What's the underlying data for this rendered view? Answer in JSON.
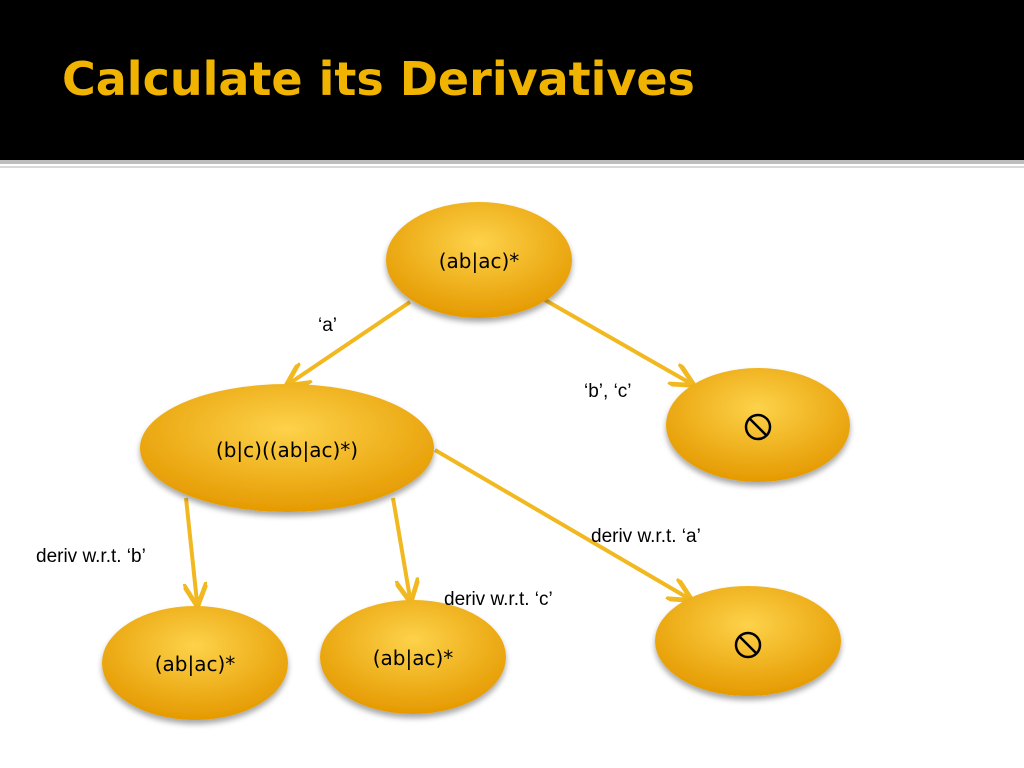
{
  "slide": {
    "title": "Calculate its Derivatives"
  },
  "colors": {
    "title": "#f0b400",
    "node_fill_top": "#fdd24a",
    "node_fill_bottom": "#e59a00",
    "edge": "#f2b820"
  },
  "nodes": {
    "root": "(ab|ac)*",
    "deriv_a": "(b|c)((ab|ac)*)",
    "empty_bc": "⃠",
    "deriv_b": "(ab|ac)*",
    "deriv_c": "(ab|ac)*",
    "empty_a": "⃠"
  },
  "edges": {
    "root_to_deriv_a": "‘a’",
    "root_to_empty": "‘b’, ‘c’",
    "to_deriv_b": "deriv w.r.t. ‘b’",
    "to_deriv_c": "deriv w.r.t. ‘c’",
    "to_empty_a": "deriv w.r.t. ‘a’"
  }
}
